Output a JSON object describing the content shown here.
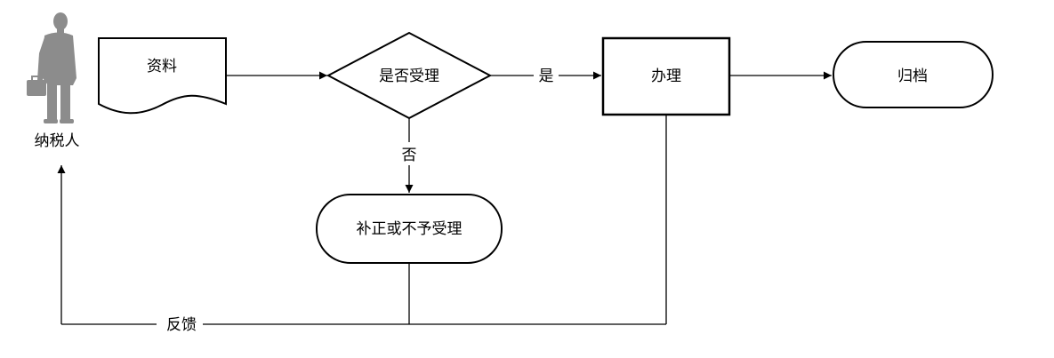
{
  "actor": {
    "label": "纳税人",
    "icon": "person-with-briefcase-icon"
  },
  "nodes": {
    "materials": "资料",
    "accept_decision": "是否受理",
    "process": "办理",
    "archive": "归档",
    "correct_or_reject": "补正或不予受理"
  },
  "edges": {
    "yes": "是",
    "no": "否",
    "feedback": "反馈"
  },
  "colors": {
    "line": "#000000",
    "fill": "#ffffff",
    "actor": "#8c8c8c"
  }
}
